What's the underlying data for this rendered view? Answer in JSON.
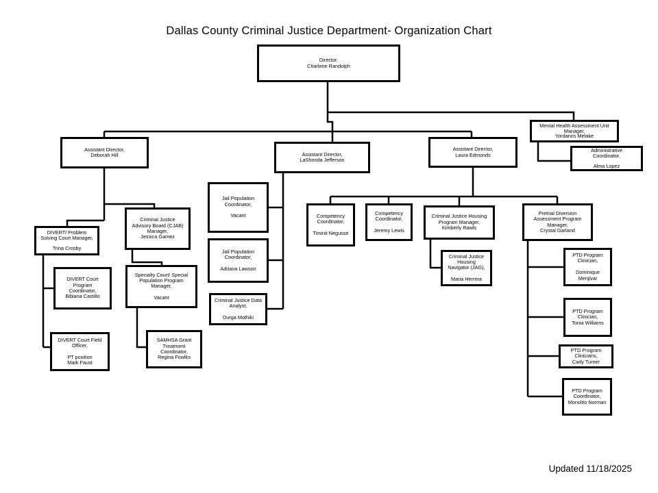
{
  "title": "Dallas County Criminal Justice Department- Organization Chart",
  "updated": "Updated 11/18/2025",
  "colors": {
    "background": "#ffffff",
    "box_border": "#000000",
    "connector_line": "#000000",
    "text": "#000000"
  },
  "nodes": {
    "director": {
      "label": "Director,\nCharlene Randolph"
    },
    "deborah": {
      "label": "Assistant Director,\nDeborah Hill"
    },
    "lashonda": {
      "label": "Assistant Director,\nLaShonda Jefferson"
    },
    "laura": {
      "label": "Assistant Director,\nLaura Edmonds"
    },
    "mental": {
      "label": "Mental Health Assessment Unit\nManager,\nYordanos Melake"
    },
    "admin": {
      "label": "Administrative\nCoordinator,\n\nAlma Lopez"
    },
    "trina": {
      "label": "DIVERT/ Problem\nSolving Court Manager,\n\nTrina Crosby"
    },
    "cjab": {
      "label": "Criminal Justice\nAdvisory Board (CJAB)\nManager,\nJessica Gamez"
    },
    "bibiana": {
      "label": "DIVERT Court\nProgram\nCoordinator,\nBibiana Castillo"
    },
    "specialty": {
      "label": "Specialty Court/ Special\nPopulation Program\nManager,\n\nVacant"
    },
    "faust": {
      "label": "DIVERT Court Field\nOfficer,\n\nPT position\nMark Faust"
    },
    "samhsa": {
      "label": "SAMHSA Grant\nTreatment\nCoordinator,\nRegina Fowlks"
    },
    "jail1": {
      "label": "Jail Population\nCoordinator,\n\nVacant"
    },
    "jail2": {
      "label": "Jail Population\nCoordinator,\n\nAdriana Lawson"
    },
    "data": {
      "label": "Criminal Justice Data\nAnalyst,\n\nDurga Mothiki"
    },
    "timinit": {
      "label": "Competency\nCoordinator,\n\nTiminit Negusse"
    },
    "jeremy": {
      "label": "Competency\nCoordinator,\n\nJeremy Lewis"
    },
    "kimberly": {
      "label": "Criminal Justice Housing\nProgram Manager,\nKimberly Rawls"
    },
    "maria": {
      "label": "Criminal Justice\nHousing\nNavigator (JAG),\n\nMaria Herrera"
    },
    "crystal": {
      "label": "Pretrial Diversion\nAssessment Program\nManager,\nCrystal Garland"
    },
    "menjivar": {
      "label": "PTD Program\nClinician,\n\nDominique\nMenjivar"
    },
    "tonia": {
      "label": "PTD Program\nClinician,\nTonia Williams"
    },
    "carly": {
      "label": "PTD Program\nClinicians,\nCarly Turner"
    },
    "monolito": {
      "label": "PTD Program\nCoordinator,\nMonolito Norman"
    }
  }
}
